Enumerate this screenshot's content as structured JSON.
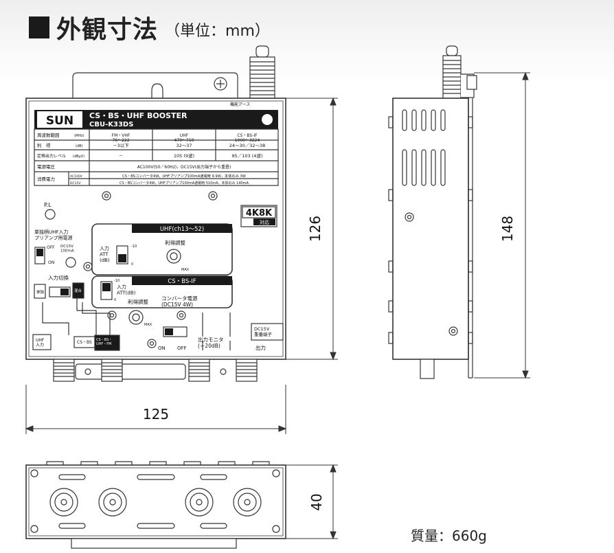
{
  "header": {
    "title": "外観寸法",
    "unit_label": "（単位：mm）"
  },
  "front_view": {
    "brand": "SUN",
    "model_title": "CS・BS・UHF BOOSTER",
    "model_code": "CBU-K33DS",
    "ground_label": "機能アース",
    "spec_table": {
      "rows": [
        {
          "label": "周波数範囲",
          "unit": "(MHz)",
          "cells": [
            "FM・VHF\n76～222",
            "UHF\n470～710",
            "CS・BS-IF\n1000～3224"
          ]
        },
        {
          "label": "利　得",
          "unit": "(dB)",
          "cells": [
            "－3以下",
            "32～37",
            "24～30／32～38"
          ]
        },
        {
          "label": "定格出力レベル",
          "unit": "(dBμV)",
          "cells": [
            "－",
            "105 (9波)",
            "95／103 (4波)"
          ]
        },
        {
          "label": "電源電圧",
          "unit": "",
          "cells": [
            "AC100V(50／60Hz)，DC15V(出力端子から重畳)"
          ]
        },
        {
          "label": "消費電力",
          "unit": "AC100V",
          "cells": [
            "CS・BSコンバータ4W，UHFプリアンプ100mA通電時 9.9W，本体のみ 3W"
          ]
        },
        {
          "label": "",
          "unit": "DC15V",
          "cells": [
            "CS・BSコンバータ4W，UHFプリアンプ100mA通電時 510mA，本体のみ 140mA"
          ]
        }
      ]
    },
    "pl_label": "P.L",
    "badge_main": "4K8K",
    "badge_sub": "対応",
    "preamp_label": "単独柄UHF入力\nプリアンプ用電源",
    "preamp_switch_off": "OFF",
    "preamp_switch_on": "ON",
    "preamp_spec": "DC15V\n100mA",
    "input_switch_label": "入力切換",
    "input_left": "単独",
    "input_right": "混合",
    "uhf_section_title": "UHF(ch13～52)",
    "uhf_att_label": "入力\nATT\n(dB)",
    "uhf_att_top": "-10",
    "uhf_att_bottom": "0",
    "uhf_gain_label": "利得調整",
    "max_label": "MAX",
    "cs_section_title": "CS・BS-IF",
    "cs_att_label": "入力\nATT(dB)",
    "cs_att_top": "-10",
    "cs_att_bottom": "0",
    "cs_gain_label": "利得調整",
    "converter_label": "コンバータ電源\n(DC15V 4W)",
    "converter_on": "ON",
    "converter_off": "OFF",
    "port_uhf_label": "UHF\n入力",
    "port_cs_label": "CS・BS",
    "port_mix_label": "CS・BS・\nUHF・FM",
    "monitor_label": "出力モニタ\n(－20dB)",
    "dc15v_terminal_label": "DC15V\n重畳端子",
    "output_label": "出力"
  },
  "dimensions": {
    "height_front": "126",
    "width_front": "125",
    "height_side": "148",
    "depth_bottom": "40"
  },
  "footer": {
    "weight": "質量：660g"
  }
}
